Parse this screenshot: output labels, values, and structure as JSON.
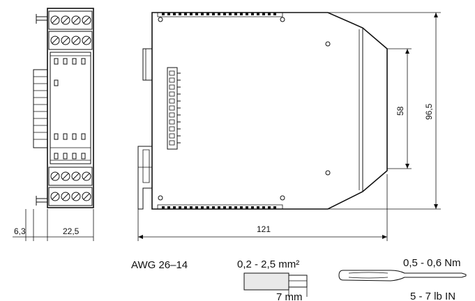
{
  "dimensions": {
    "front_offset": "6,3",
    "front_width": "22,5",
    "side_length": "121",
    "inner_height": "58",
    "total_height": "96,5"
  },
  "specs": {
    "wire_gauge": "AWG 26–14",
    "wire_cross_section": "0,2 - 2,5 mm²",
    "strip_length": "7 mm",
    "torque_metric": "0,5 - 0,6 Nm",
    "torque_imperial": "5 - 7 lb IN"
  },
  "icons": {
    "ferrule": "wire-ferrule-icon",
    "screwdriver": "screwdriver-icon"
  }
}
